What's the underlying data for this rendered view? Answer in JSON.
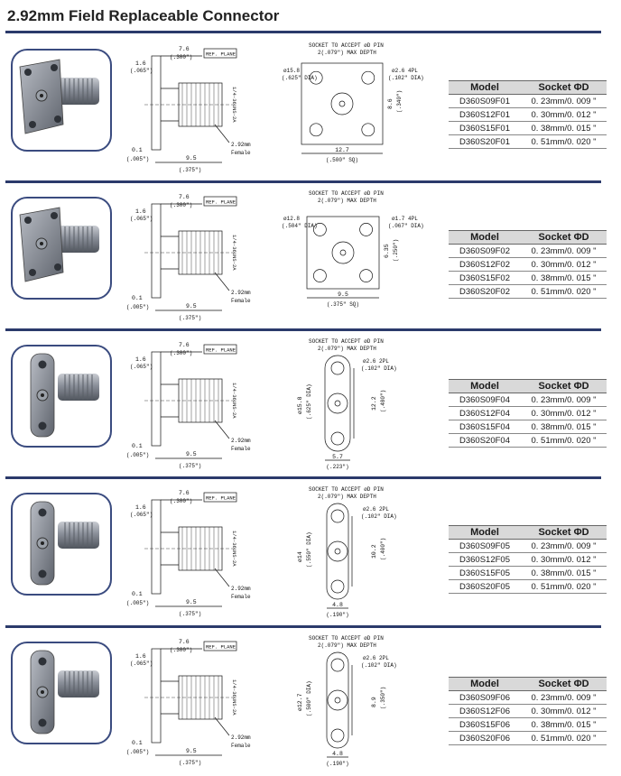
{
  "title": "2.92mm Field Replaceable Connector",
  "table_headers": {
    "model": "Model",
    "socket": "Socket ΦD"
  },
  "sockets": [
    "0. 23mm/0. 009 \"",
    "0. 30mm/0. 012 \"",
    "0. 38mm/0. 015 \"",
    "0. 51mm/0. 020 \""
  ],
  "sections": [
    {
      "models": [
        "D360S09F01",
        "D360S12F01",
        "D360S15F01",
        "D360S20F01"
      ],
      "side": {
        "top_mm": "7.6",
        "top_in": "(.300\")",
        "ref": "REF. PLANE",
        "left_mm": "1.6",
        "left_in": "(.065\")",
        "bot_mm": "0.1",
        "bot_in": "(.005\")",
        "len_mm": "9.5",
        "len_in": "(.375\")",
        "thread": "1/4-36UNS-2A",
        "female1": "2.92mm",
        "female2": "Female"
      },
      "front": {
        "socket1": "SOCKET TO ACCEPT øD PIN",
        "socket2": "2(.079\") MAX DEPTH",
        "dia1": "ø15.8",
        "dia2": "(.625\" DIA)",
        "hole1": "ø2.6 4PL",
        "hole2": "(.102\" DIA)",
        "v_mm": "8.6",
        "v_in": "(.340\")",
        "h_mm": "12.7",
        "h_in": "(.500\" SQ)"
      }
    },
    {
      "models": [
        "D360S09F02",
        "D360S12F02",
        "D360S15F02",
        "D360S20F02"
      ],
      "side": {
        "top_mm": "7.6",
        "top_in": "(.300\")",
        "ref": "REF. PLANE",
        "left_mm": "1.6",
        "left_in": "(.065\")",
        "bot_mm": "0.1",
        "bot_in": "(.005\")",
        "len_mm": "9.5",
        "len_in": "(.375\")",
        "thread": "1/4-36UNS-2A",
        "female1": "2.92mm",
        "female2": "Female"
      },
      "front": {
        "socket1": "SOCKET TO ACCEPT øD PIN",
        "socket2": "2(.079\") MAX DEPTH",
        "dia1": "ø12.8",
        "dia2": "(.504\" DIA)",
        "hole1": "ø1.7 4PL",
        "hole2": "(.067\" DIA)",
        "v_mm": "6.35",
        "v_in": "(.250\")",
        "h_mm": "9.5",
        "h_in": "(.375\" SQ)"
      }
    },
    {
      "models": [
        "D360S09F04",
        "D360S12F04",
        "D360S15F04",
        "D360S20F04"
      ],
      "side": {
        "top_mm": "7.6",
        "top_in": "(.300\")",
        "ref": "REF. PLANE",
        "left_mm": "1.6",
        "left_in": "(.065\")",
        "bot_mm": "0.1",
        "bot_in": "(.005\")",
        "len_mm": "9.5",
        "len_in": "(.375\")",
        "thread": "1/4-36UNS-2A",
        "female1": "2.92mm",
        "female2": "Female"
      },
      "front": {
        "socket1": "SOCKET TO ACCEPT øD PIN",
        "socket2": "2(.079\") MAX DEPTH",
        "dia1": "ø15.8",
        "dia2": "(.625\" DIA)",
        "hole1": "ø2.6 2PL",
        "hole2": "(.102\" DIA)",
        "v_mm": "12.2",
        "v_in": "(.480\")",
        "h_mm": "5.7",
        "h_in": "(.223\")"
      }
    },
    {
      "models": [
        "D360S09F05",
        "D360S12F05",
        "D360S15F05",
        "D360S20F05"
      ],
      "side": {
        "top_mm": "7.6",
        "top_in": "(.300\")",
        "ref": "REF. PLANE",
        "left_mm": "1.6",
        "left_in": "(.065\")",
        "bot_mm": "0.1",
        "bot_in": "(.005\")",
        "len_mm": "9.5",
        "len_in": "(.375\")",
        "thread": "1/4-36UNS-2A",
        "female1": "2.92mm",
        "female2": "Female"
      },
      "front": {
        "socket1": "SOCKET TO ACCEPT øD PIN",
        "socket2": "2(.079\") MAX DEPTH",
        "dia1": "ø14",
        "dia2": "(.550\" DIA)",
        "hole1": "ø2.6 2PL",
        "hole2": "(.102\" DIA)",
        "v_mm": "10.2",
        "v_in": "(.400\")",
        "h_mm": "4.8",
        "h_in": "(.190\")"
      }
    },
    {
      "models": [
        "D360S09F06",
        "D360S12F06",
        "D360S15F06",
        "D360S20F06"
      ],
      "side": {
        "top_mm": "7.6",
        "top_in": "(.300\")",
        "ref": "REF. PLANE",
        "left_mm": "1.6",
        "left_in": "(.065\")",
        "bot_mm": "0.1",
        "bot_in": "(.005\")",
        "len_mm": "9.5",
        "len_in": "(.375\")",
        "thread": "1/4-36UNS-2A",
        "female1": "2.92mm",
        "female2": "Female"
      },
      "front": {
        "socket1": "SOCKET TO ACCEPT øD PIN",
        "socket2": "2(.079\") MAX DEPTH",
        "dia1": "ø12.7",
        "dia2": "(.500\" DIA)",
        "hole1": "ø2.6 2PL",
        "hole2": "(.102\" DIA)",
        "v_mm": "8.9",
        "v_in": "(.350\")",
        "h_mm": "4.8",
        "h_in": "(.190\")"
      }
    }
  ]
}
